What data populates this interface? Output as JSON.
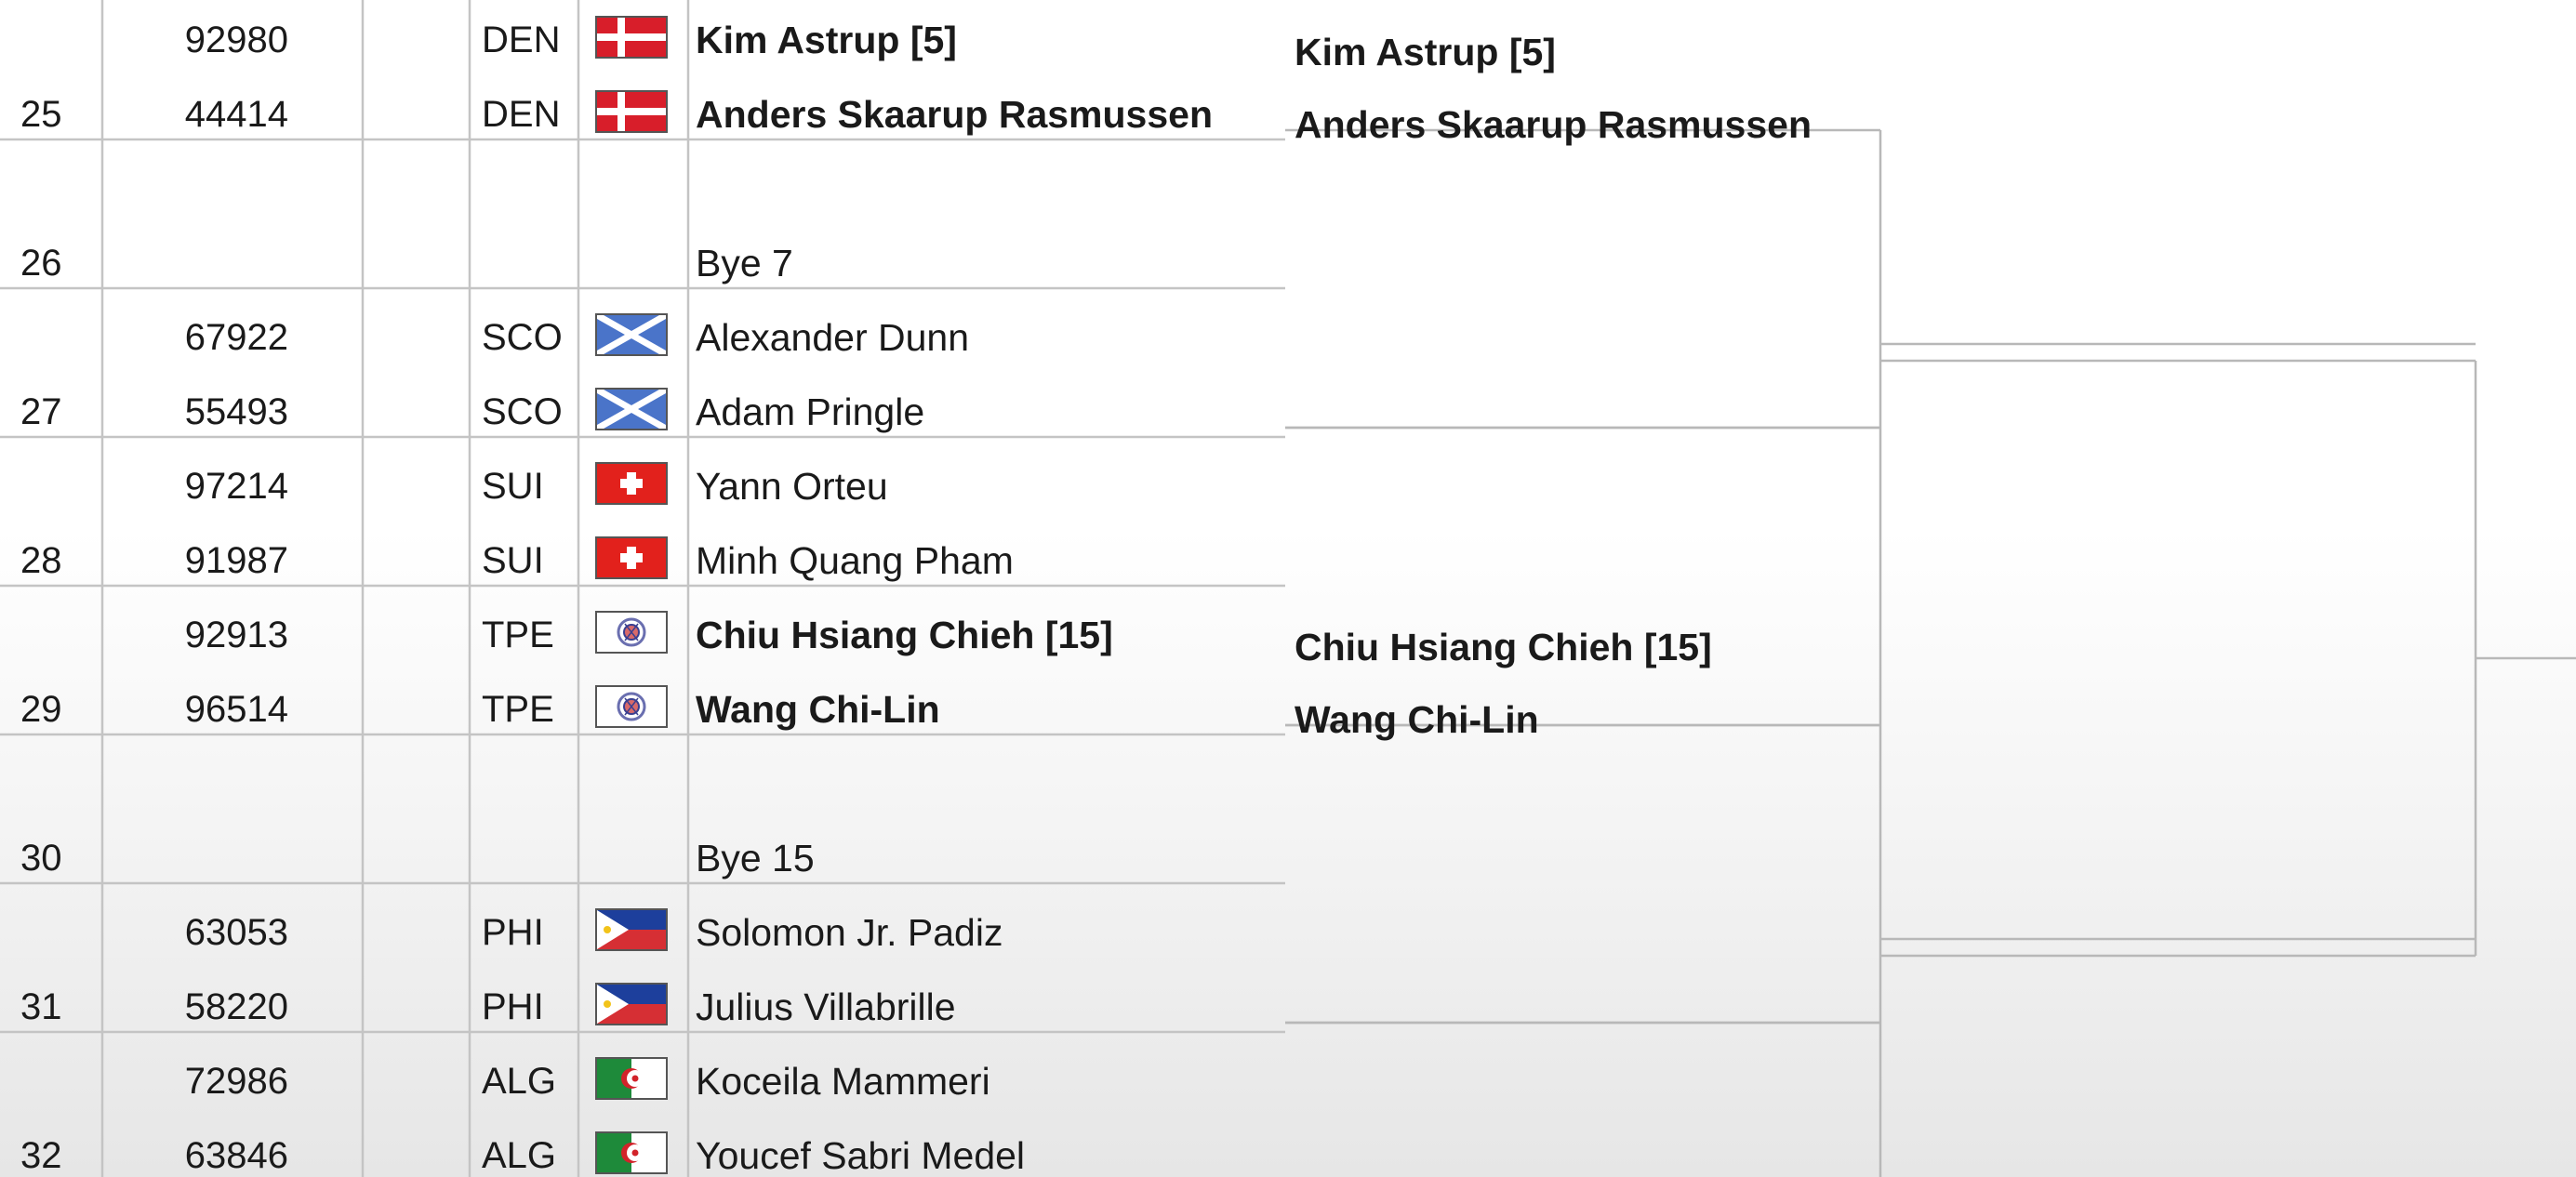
{
  "draws": [
    {
      "pos": "25",
      "players": [
        {
          "id": "92980",
          "country": "DEN",
          "flag": "den-flag-icon",
          "name": "Kim Astrup [5]",
          "bold": true
        },
        {
          "id": "44414",
          "country": "DEN",
          "flag": "den-flag-icon",
          "name": "Anders Skaarup Rasmussen",
          "bold": true
        }
      ]
    },
    {
      "pos": "26",
      "players": [
        {
          "id": "",
          "country": "",
          "flag": "",
          "name": "",
          "bold": false
        },
        {
          "id": "",
          "country": "",
          "flag": "",
          "name": "Bye 7",
          "bold": false
        }
      ]
    },
    {
      "pos": "27",
      "players": [
        {
          "id": "67922",
          "country": "SCO",
          "flag": "sco-flag-icon",
          "name": "Alexander Dunn",
          "bold": false
        },
        {
          "id": "55493",
          "country": "SCO",
          "flag": "sco-flag-icon",
          "name": "Adam Pringle",
          "bold": false
        }
      ]
    },
    {
      "pos": "28",
      "players": [
        {
          "id": "97214",
          "country": "SUI",
          "flag": "sui-flag-icon",
          "name": "Yann Orteu",
          "bold": false
        },
        {
          "id": "91987",
          "country": "SUI",
          "flag": "sui-flag-icon",
          "name": "Minh Quang Pham",
          "bold": false
        }
      ]
    },
    {
      "pos": "29",
      "players": [
        {
          "id": "92913",
          "country": "TPE",
          "flag": "tpe-flag-icon",
          "name": "Chiu Hsiang Chieh [15]",
          "bold": true
        },
        {
          "id": "96514",
          "country": "TPE",
          "flag": "tpe-flag-icon",
          "name": "Wang Chi-Lin",
          "bold": true
        }
      ]
    },
    {
      "pos": "30",
      "players": [
        {
          "id": "",
          "country": "",
          "flag": "",
          "name": "",
          "bold": false
        },
        {
          "id": "",
          "country": "",
          "flag": "",
          "name": "Bye 15",
          "bold": false
        }
      ]
    },
    {
      "pos": "31",
      "players": [
        {
          "id": "63053",
          "country": "PHI",
          "flag": "phi-flag-icon",
          "name": "Solomon Jr. Padiz",
          "bold": false
        },
        {
          "id": "58220",
          "country": "PHI",
          "flag": "phi-flag-icon",
          "name": "Julius Villabrille",
          "bold": false
        }
      ]
    },
    {
      "pos": "32",
      "players": [
        {
          "id": "72986",
          "country": "ALG",
          "flag": "alg-flag-icon",
          "name": "Koceila Mammeri",
          "bold": false
        },
        {
          "id": "63846",
          "country": "ALG",
          "flag": "alg-flag-icon",
          "name": "Youcef Sabri Medel",
          "bold": false
        }
      ]
    }
  ],
  "round2": [
    {
      "line1": "Kim Astrup [5]",
      "line2": "Anders Skaarup Rasmussen"
    },
    {
      "line1": "",
      "line2": ""
    },
    {
      "line1": "Chiu Hsiang Chieh [15]",
      "line2": "Wang Chi-Lin"
    },
    {
      "line1": "",
      "line2": ""
    }
  ],
  "colors": {
    "grid_line": "#c4c4c4",
    "bracket_line": "#b8b8b8",
    "den_red": "#d81e2a",
    "sco_blue": "#4a74c9",
    "sui_red": "#e2211c",
    "phi_blue": "#1d3f9c",
    "phi_red": "#d62f34",
    "alg_green": "#1e8a3a",
    "alg_red": "#d2232a"
  }
}
